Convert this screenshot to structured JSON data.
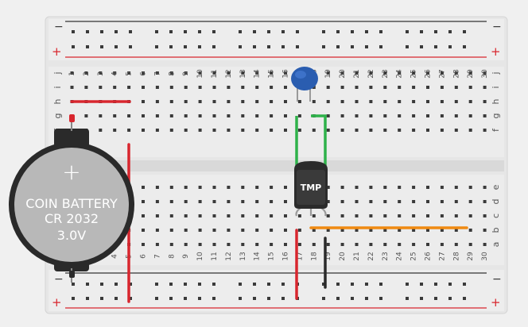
{
  "rails": {
    "minus_label": "−",
    "plus_label": "+",
    "minus_color": "#333333",
    "plus_color": "#d8262e"
  },
  "columns": {
    "start": 1,
    "end": 30,
    "labels": [
      "1",
      "2",
      "3",
      "4",
      "5",
      "6",
      "7",
      "8",
      "9",
      "10",
      "11",
      "12",
      "13",
      "14",
      "15",
      "16",
      "17",
      "18",
      "19",
      "20",
      "21",
      "22",
      "23",
      "24",
      "25",
      "26",
      "27",
      "28",
      "29",
      "30"
    ]
  },
  "rows": {
    "top": [
      "j",
      "i",
      "h",
      "g",
      "f"
    ],
    "bottom": [
      "e",
      "d",
      "c",
      "b",
      "a"
    ]
  },
  "battery": {
    "line1": "COIN BATTERY",
    "line2": "CR 2032",
    "line3": "3.0V",
    "plus_symbol": "+",
    "body_color": "#b8b8b8",
    "holder_color": "#2a2a2a"
  },
  "sensor": {
    "label": "TMP",
    "body_color": "#2b2b2b"
  },
  "capacitor": {
    "color": "#2a5db0"
  },
  "wires": {
    "red": "#d8262e",
    "green": "#2eb24a",
    "orange": "#f08a12",
    "black": "#2a2a2a"
  }
}
